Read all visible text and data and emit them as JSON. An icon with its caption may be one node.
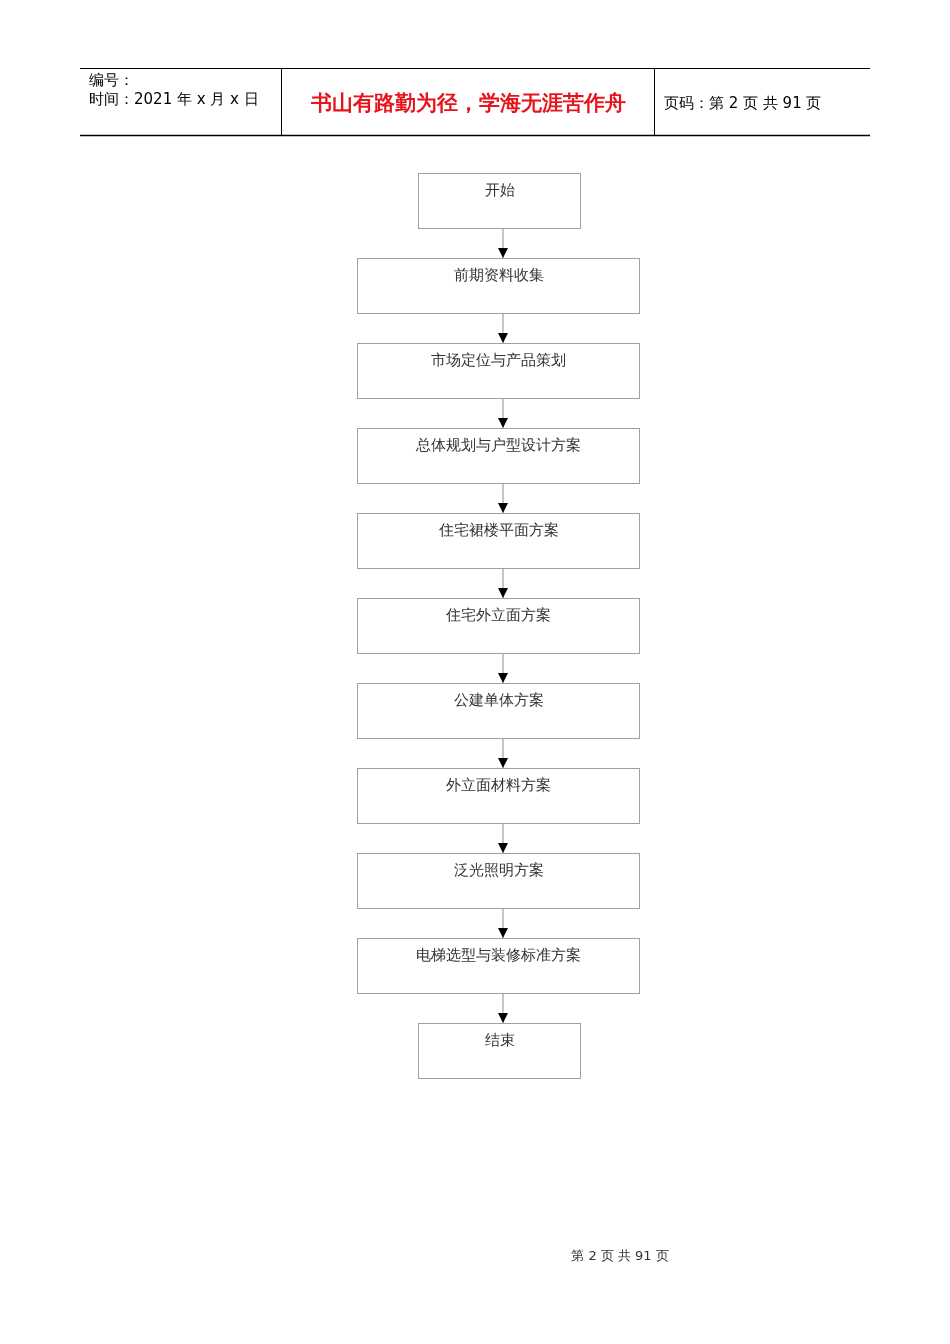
{
  "diagram": {
    "nodes": [
      {
        "text": [
          "开始"
        ]
      },
      {
        "text": [
          "前期资料收集"
        ]
      },
      {
        "text": [
          "市场定位与产品策划"
        ]
      },
      {
        "text": [
          "总体规划与户型设计方案"
        ]
      },
      {
        "text": [
          "住宅裙楼平面方案"
        ]
      },
      {
        "text": [
          "住宅外立面方案"
        ]
      },
      {
        "text": [
          "公建单体方案"
        ]
      },
      {
        "text": [
          "外立面材料方案"
        ]
      },
      {
        "text": [
          "泛光照明方案"
        ]
      },
      {
        "text": [
          "电梯选型与装修标准方案"
        ]
      },
      {
        "text": [
          "结束"
        ]
      }
    ],
    "edges": [
      {
        "from": 0,
        "to": 1,
        "arrow": "to"
      },
      {
        "from": 1,
        "to": 2,
        "arrow": "to"
      },
      {
        "from": 2,
        "to": 3,
        "arrow": "to"
      },
      {
        "from": 3,
        "to": 4,
        "arrow": "to"
      },
      {
        "from": 4,
        "to": 5,
        "arrow": "to"
      },
      {
        "from": 5,
        "to": 6,
        "arrow": "to"
      },
      {
        "from": 6,
        "to": 7,
        "arrow": "to"
      },
      {
        "from": 7,
        "to": 8,
        "arrow": "to"
      },
      {
        "from": 8,
        "to": 9,
        "arrow": "to"
      },
      {
        "from": 9,
        "to": 10,
        "arrow": "to"
      }
    ],
    "labels": [
      "编号：",
      "时间：2021 年 x 月 x 日",
      "书山有路勤为径，学海无涯苦作舟",
      "页码：第 2 页 共 91 页",
      "第 2 页 共 91 页"
    ]
  }
}
